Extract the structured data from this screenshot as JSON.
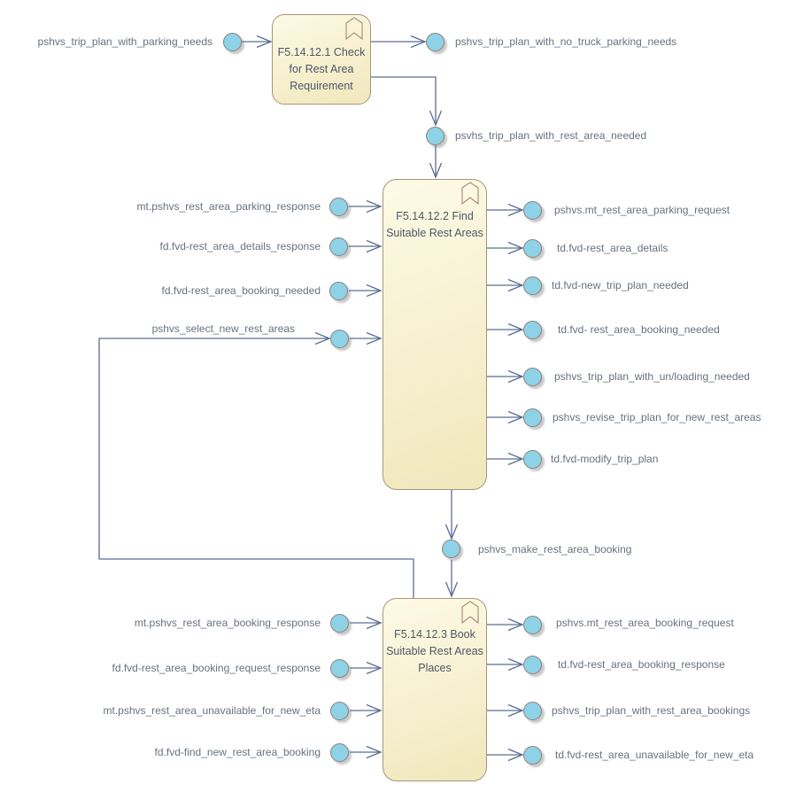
{
  "diagram": {
    "boxes": {
      "check": {
        "title": "F5.14.12.1 Check\nfor Rest Area\nRequirement"
      },
      "find": {
        "title": "F5.14.12.2 Find\nSuitable Rest Areas"
      },
      "book": {
        "title": "F5.14.12.3 Book\nSuitable Rest Areas\nPlaces"
      }
    },
    "labels": {
      "trip_plan_with_parking_needs": "pshvs_trip_plan_with_parking_needs",
      "trip_plan_with_no_truck_parking_needs": "pshvs_trip_plan_with_no_truck_parking_needs",
      "trip_plan_with_rest_area_needed": "psvhs_trip_plan_with_rest_area_needed",
      "rest_area_parking_response": "mt.pshvs_rest_area_parking_response",
      "rest_area_details_response": "fd.fvd-rest_area_details_response",
      "rest_area_booking_needed_in": "fd.fvd-rest_area_booking_needed",
      "select_new_rest_areas": "pshvs_select_new_rest_areas",
      "rest_area_parking_request": "pshvs.mt_rest_area_parking_request",
      "rest_area_details": "td.fvd-rest_area_details",
      "new_trip_plan_needed": "td.fvd-new_trip_plan_needed",
      "rest_area_booking_needed_out": "td.fvd- rest_area_booking_needed",
      "trip_plan_with_unloading_needed": "pshvs_trip_plan_with_un/loading_needed",
      "revise_trip_plan_for_new_rest_areas": "pshvs_revise_trip_plan_for_new_rest_areas",
      "modify_trip_plan": "td.fvd-modify_trip_plan",
      "make_rest_area_booking": "pshvs_make_rest_area_booking",
      "rest_area_booking_response_in": "mt.pshvs_rest_area_booking_response",
      "rest_area_booking_request_response": "fd.fvd-rest_area_booking_request_response",
      "rest_area_unavailable_for_new_eta_in": "mt.pshvs_rest_area_unavailable_for_new_eta",
      "find_new_rest_area_booking": "fd.fvd-find_new_rest_area_booking",
      "rest_area_booking_request": "pshvs.mt_rest_area_booking_request",
      "rest_area_booking_response_out": "td.fvd-rest_area_booking_response",
      "trip_plan_with_rest_area_bookings": "pshvs_trip_plan_with_rest_area_bookings",
      "rest_area_unavailable_for_new_eta_out": "td.fvd-rest_area_unavailable_for_new_eta"
    },
    "colors": {
      "node-fill-top": "#FDFAE6",
      "node-fill-bottom": "#F1E7BC",
      "node-border": "#AA9478",
      "port-fill": "#8ED2E8",
      "port-border": "#8C8278",
      "connector": "#5B6D92",
      "label-text": "#66727E",
      "title-text": "#4C5866"
    }
  }
}
